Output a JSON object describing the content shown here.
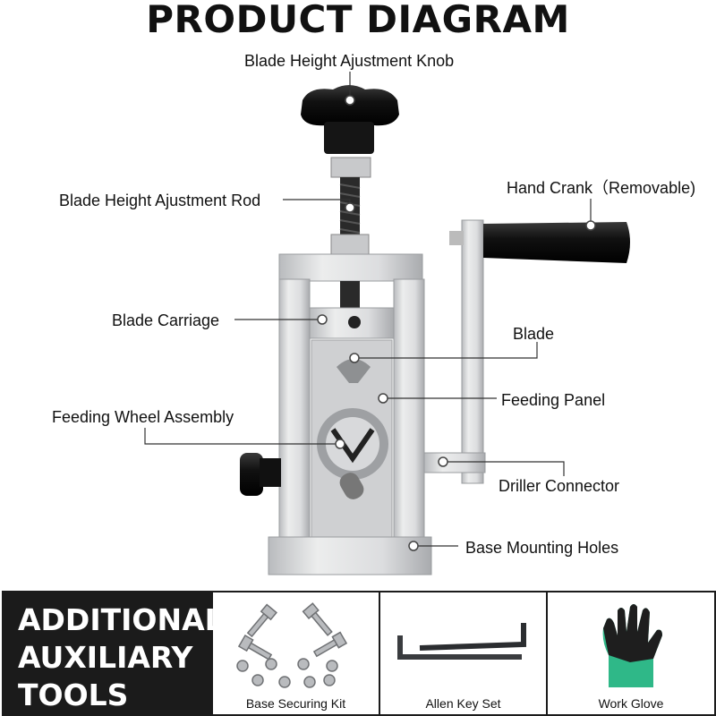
{
  "title": "PRODUCT DIAGRAM",
  "labels": {
    "knob": "Blade Height Ajustment Knob",
    "rod": "Blade Height Ajustment Rod",
    "crank": "Hand Crank（Removable)",
    "carriage": "Blade Carriage",
    "blade": "Blade",
    "feeding_panel": "Feeding Panel",
    "feeding_wheel": "Feeding Wheel Assembly",
    "driller": "Driller Connector",
    "base_holes": "Base Mounting Holes"
  },
  "auxiliary": {
    "title_lines": [
      "ADDITIONAL",
      "AUXILIARY",
      "TOOLS"
    ],
    "items": [
      {
        "caption": "Base Securing Kit"
      },
      {
        "caption": "Allen Key Set"
      },
      {
        "caption": "Work Glove"
      }
    ]
  },
  "colors": {
    "dark": "#1b1b1b",
    "aluminum": "#d9dadc",
    "glove_green": "#2fb888"
  }
}
